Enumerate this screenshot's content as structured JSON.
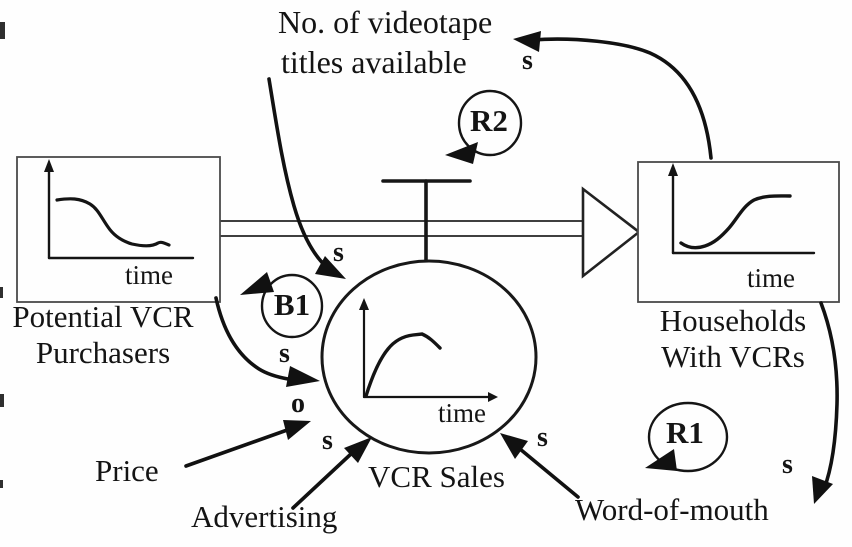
{
  "colors": {
    "ink": "#141414",
    "paper": "#fefefe"
  },
  "variable_title": {
    "line1": "No. of videotape",
    "line2": "titles available"
  },
  "stocks": {
    "left": {
      "line1": "Potential VCR",
      "line2": "Purchasers",
      "axis_label": "time"
    },
    "right": {
      "line1": "Households",
      "line2": "With VCRs",
      "axis_label": "time"
    }
  },
  "flow": {
    "label": "VCR Sales",
    "axis_label": "time"
  },
  "loops": {
    "r2": "R2",
    "b1": "B1",
    "r1": "R1"
  },
  "factors": {
    "price": "Price",
    "advertising": "Advertising",
    "word_of_mouth": "Word-of-mouth"
  },
  "polarities": {
    "titles_to_sales": "s",
    "households_to_titles": "s",
    "potential_to_sales": "s",
    "price_to_sales": "o",
    "advertising_to_sales": "s",
    "wordofmouth_to_sales": "s",
    "households_to_wordofmouth": "s"
  }
}
